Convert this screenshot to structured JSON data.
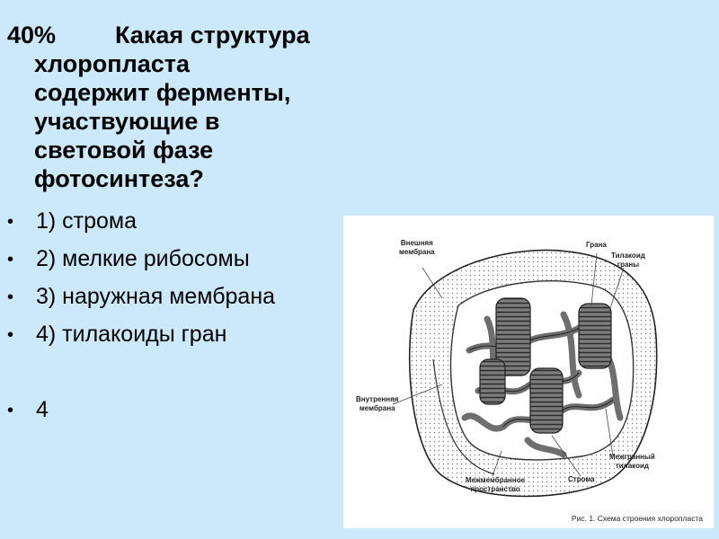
{
  "question": {
    "percent": "40%",
    "line1": "Какая структура",
    "line2": "хлоропласта",
    "line3": "содержит ферменты,",
    "line4": "участвующие в",
    "line5": "световой фазе",
    "line6": "фотосинтеза?"
  },
  "options": [
    {
      "text": "1) строма"
    },
    {
      "text": "2) мелкие рибосомы"
    },
    {
      "text": "3) наружная мембрана"
    },
    {
      "text": "4) тилакоиды гран"
    },
    {
      "text": "4"
    }
  ],
  "bullet_symbol": "•",
  "figure": {
    "labels": {
      "outer_membrane": "Внешняя\nмембрана",
      "grana": "Грана",
      "grana_thylakoid": "Тилакоид\nграны",
      "inner_membrane": "Внутренняя\nмембрана",
      "intergranal_thylakoid": "Межгранный\nтилакоид",
      "intermembrane_space": "Межмембранное\nпространство",
      "stroma": "Строма"
    },
    "caption": "Рис. 1. Схема строения хлоропласта"
  },
  "colors": {
    "background": "#cce9fb",
    "figure_background": "#ffffff",
    "stroma_fill": "#ffffff",
    "thylakoid_fill": "#8a8a8a"
  }
}
